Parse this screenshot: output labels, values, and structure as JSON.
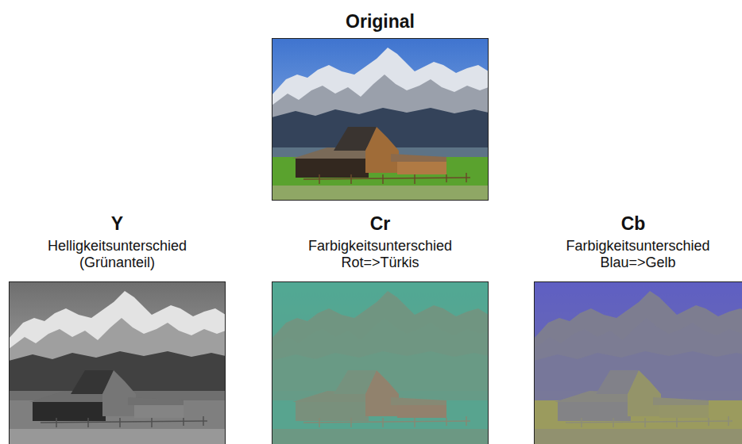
{
  "diagram": {
    "nodes": [
      {
        "text": [
          "Original"
        ]
      },
      {
        "text": [
          "Y",
          "Helligkeitsunterschied (Grünanteil)"
        ]
      },
      {
        "text": [
          "Cr",
          "Farbigkeitsunterschied Rot=>Türkis"
        ]
      },
      {
        "text": [
          "Cb",
          "Farbigkeitsunterschied Blau=>Gelb"
        ]
      }
    ]
  }
}
